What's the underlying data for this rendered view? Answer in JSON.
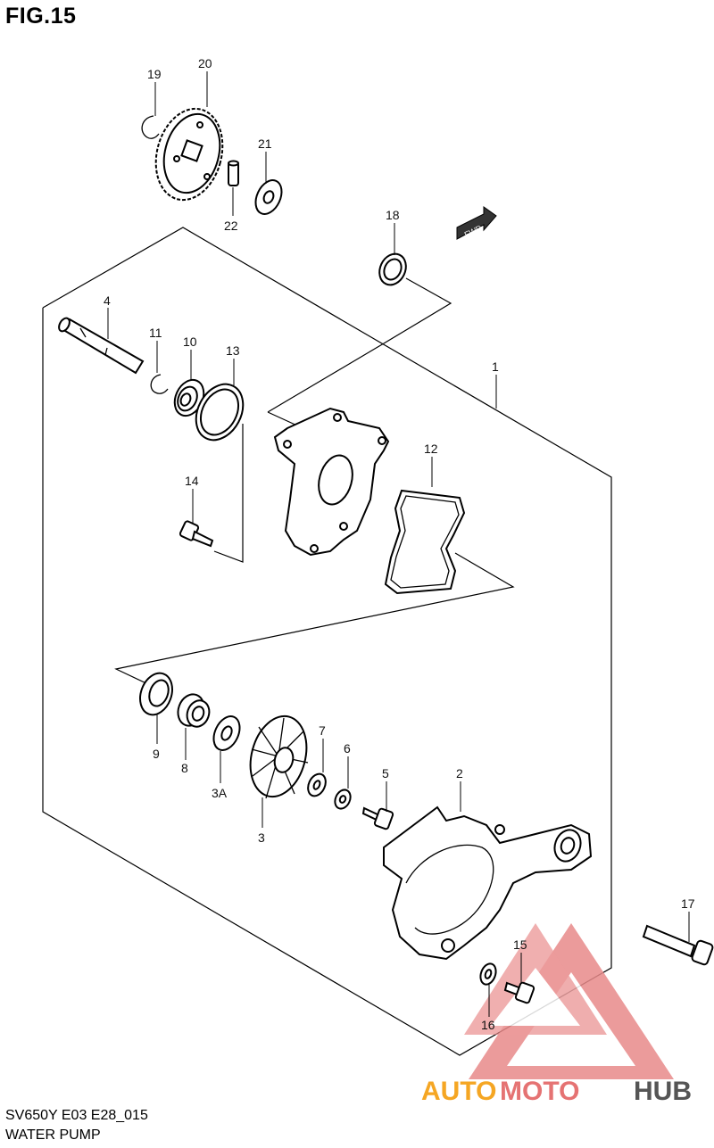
{
  "figure": {
    "title": "FIG.15",
    "model_code": "SV650Y E03 E28_015",
    "section_name": "WATER PUMP",
    "fwd_label": "FWD"
  },
  "callouts": {
    "p1": "1",
    "p2": "2",
    "p3": "3",
    "p3a": "3A",
    "p4": "4",
    "p5": "5",
    "p6": "6",
    "p7": "7",
    "p8": "8",
    "p9": "9",
    "p10": "10",
    "p11": "11",
    "p12": "12",
    "p13": "13",
    "p14": "14",
    "p15": "15",
    "p16": "16",
    "p17": "17",
    "p18": "18",
    "p19": "19",
    "p20": "20",
    "p21": "21",
    "p22": "22"
  },
  "watermark": {
    "text_a": "AUTO",
    "text_b": "MOTO",
    "text_c": "HUB",
    "color_a": "#f5a623",
    "color_b": "#e57373",
    "color_c": "#555555"
  }
}
